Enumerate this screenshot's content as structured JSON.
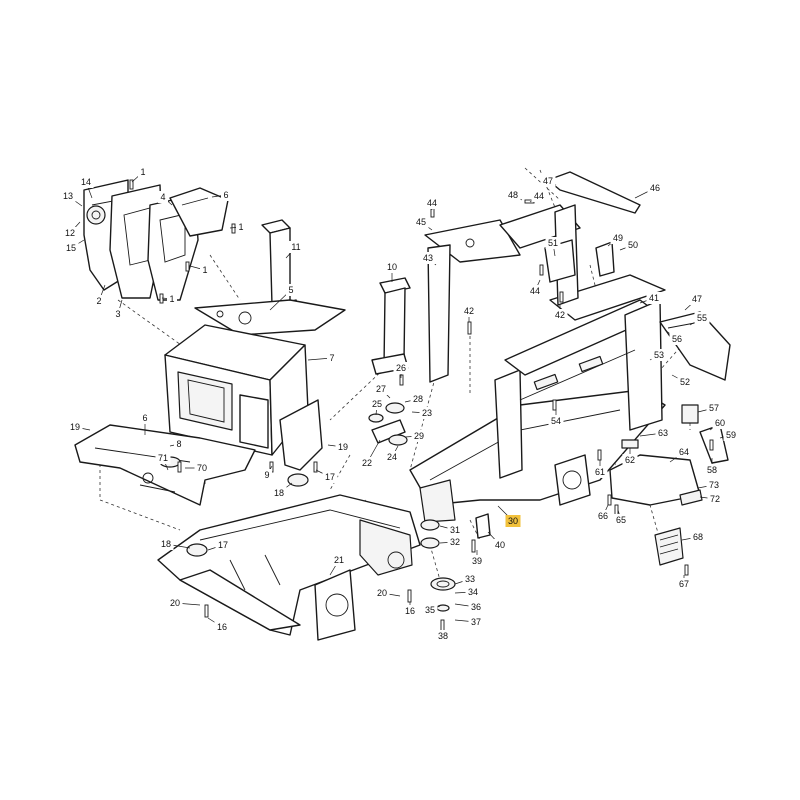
{
  "diagram": {
    "highlight_color": "#f2c13b",
    "line_color": "#1a1a1a",
    "callouts": [
      {
        "id": "c1a",
        "text": "1",
        "highlighted": false
      },
      {
        "id": "c1b",
        "text": "1",
        "highlighted": false
      },
      {
        "id": "c1c",
        "text": "1",
        "highlighted": false
      },
      {
        "id": "c1d",
        "text": "1",
        "highlighted": false
      },
      {
        "id": "c2",
        "text": "2",
        "highlighted": false
      },
      {
        "id": "c3",
        "text": "3",
        "highlighted": false
      },
      {
        "id": "c4",
        "text": "4",
        "highlighted": false
      },
      {
        "id": "c5",
        "text": "5",
        "highlighted": false
      },
      {
        "id": "c6a",
        "text": "6",
        "highlighted": false
      },
      {
        "id": "c6b",
        "text": "6",
        "highlighted": false
      },
      {
        "id": "c7",
        "text": "7",
        "highlighted": false
      },
      {
        "id": "c8",
        "text": "8",
        "highlighted": false
      },
      {
        "id": "c9",
        "text": "9",
        "highlighted": false
      },
      {
        "id": "c10",
        "text": "10",
        "highlighted": false
      },
      {
        "id": "c11",
        "text": "11",
        "highlighted": false
      },
      {
        "id": "c12",
        "text": "12",
        "highlighted": false
      },
      {
        "id": "c13",
        "text": "13",
        "highlighted": false
      },
      {
        "id": "c14",
        "text": "14",
        "highlighted": false
      },
      {
        "id": "c15",
        "text": "15",
        "highlighted": false
      },
      {
        "id": "c16a",
        "text": "16",
        "highlighted": false
      },
      {
        "id": "c16b",
        "text": "16",
        "highlighted": false
      },
      {
        "id": "c17a",
        "text": "17",
        "highlighted": false
      },
      {
        "id": "c17b",
        "text": "17",
        "highlighted": false
      },
      {
        "id": "c18a",
        "text": "18",
        "highlighted": false
      },
      {
        "id": "c18b",
        "text": "18",
        "highlighted": false
      },
      {
        "id": "c19a",
        "text": "19",
        "highlighted": false
      },
      {
        "id": "c19b",
        "text": "19",
        "highlighted": false
      },
      {
        "id": "c20a",
        "text": "20",
        "highlighted": false
      },
      {
        "id": "c20b",
        "text": "20",
        "highlighted": false
      },
      {
        "id": "c21",
        "text": "21",
        "highlighted": false
      },
      {
        "id": "c22",
        "text": "22",
        "highlighted": false
      },
      {
        "id": "c23",
        "text": "23",
        "highlighted": false
      },
      {
        "id": "c24",
        "text": "24",
        "highlighted": false
      },
      {
        "id": "c25",
        "text": "25",
        "highlighted": false
      },
      {
        "id": "c26",
        "text": "26",
        "highlighted": false
      },
      {
        "id": "c27",
        "text": "27",
        "highlighted": false
      },
      {
        "id": "c28",
        "text": "28",
        "highlighted": false
      },
      {
        "id": "c29",
        "text": "29",
        "highlighted": false
      },
      {
        "id": "c30",
        "text": "30",
        "highlighted": true
      },
      {
        "id": "c31",
        "text": "31",
        "highlighted": false
      },
      {
        "id": "c32",
        "text": "32",
        "highlighted": false
      },
      {
        "id": "c33",
        "text": "33",
        "highlighted": false
      },
      {
        "id": "c34",
        "text": "34",
        "highlighted": false
      },
      {
        "id": "c35",
        "text": "35",
        "highlighted": false
      },
      {
        "id": "c36",
        "text": "36",
        "highlighted": false
      },
      {
        "id": "c37",
        "text": "37",
        "highlighted": false
      },
      {
        "id": "c38",
        "text": "38",
        "highlighted": false
      },
      {
        "id": "c39",
        "text": "39",
        "highlighted": false
      },
      {
        "id": "c40",
        "text": "40",
        "highlighted": false
      },
      {
        "id": "c41",
        "text": "41",
        "highlighted": false
      },
      {
        "id": "c42a",
        "text": "42",
        "highlighted": false
      },
      {
        "id": "c42b",
        "text": "42",
        "highlighted": false
      },
      {
        "id": "c43",
        "text": "43",
        "highlighted": false
      },
      {
        "id": "c44a",
        "text": "44",
        "highlighted": false
      },
      {
        "id": "c44b",
        "text": "44",
        "highlighted": false
      },
      {
        "id": "c44c",
        "text": "44",
        "highlighted": false
      },
      {
        "id": "c45",
        "text": "45",
        "highlighted": false
      },
      {
        "id": "c46",
        "text": "46",
        "highlighted": false
      },
      {
        "id": "c47a",
        "text": "47",
        "highlighted": false
      },
      {
        "id": "c47b",
        "text": "47",
        "highlighted": false
      },
      {
        "id": "c48",
        "text": "48",
        "highlighted": false
      },
      {
        "id": "c49",
        "text": "49",
        "highlighted": false
      },
      {
        "id": "c50",
        "text": "50",
        "highlighted": false
      },
      {
        "id": "c51",
        "text": "51",
        "highlighted": false
      },
      {
        "id": "c52",
        "text": "52",
        "highlighted": false
      },
      {
        "id": "c53",
        "text": "53",
        "highlighted": false
      },
      {
        "id": "c54",
        "text": "54",
        "highlighted": false
      },
      {
        "id": "c55",
        "text": "55",
        "highlighted": false
      },
      {
        "id": "c56",
        "text": "56",
        "highlighted": false
      },
      {
        "id": "c57",
        "text": "57",
        "highlighted": false
      },
      {
        "id": "c58",
        "text": "58",
        "highlighted": false
      },
      {
        "id": "c59",
        "text": "59",
        "highlighted": false
      },
      {
        "id": "c60",
        "text": "60",
        "highlighted": false
      },
      {
        "id": "c61",
        "text": "61",
        "highlighted": false
      },
      {
        "id": "c62",
        "text": "62",
        "highlighted": false
      },
      {
        "id": "c63",
        "text": "63",
        "highlighted": false
      },
      {
        "id": "c64",
        "text": "64",
        "highlighted": false
      },
      {
        "id": "c65",
        "text": "65",
        "highlighted": false
      },
      {
        "id": "c66",
        "text": "66",
        "highlighted": false
      },
      {
        "id": "c67",
        "text": "67",
        "highlighted": false
      },
      {
        "id": "c68",
        "text": "68",
        "highlighted": false
      },
      {
        "id": "c70",
        "text": "70",
        "highlighted": false
      },
      {
        "id": "c71",
        "text": "71",
        "highlighted": false
      },
      {
        "id": "c72",
        "text": "72",
        "highlighted": false
      },
      {
        "id": "c73",
        "text": "73",
        "highlighted": false
      }
    ]
  }
}
